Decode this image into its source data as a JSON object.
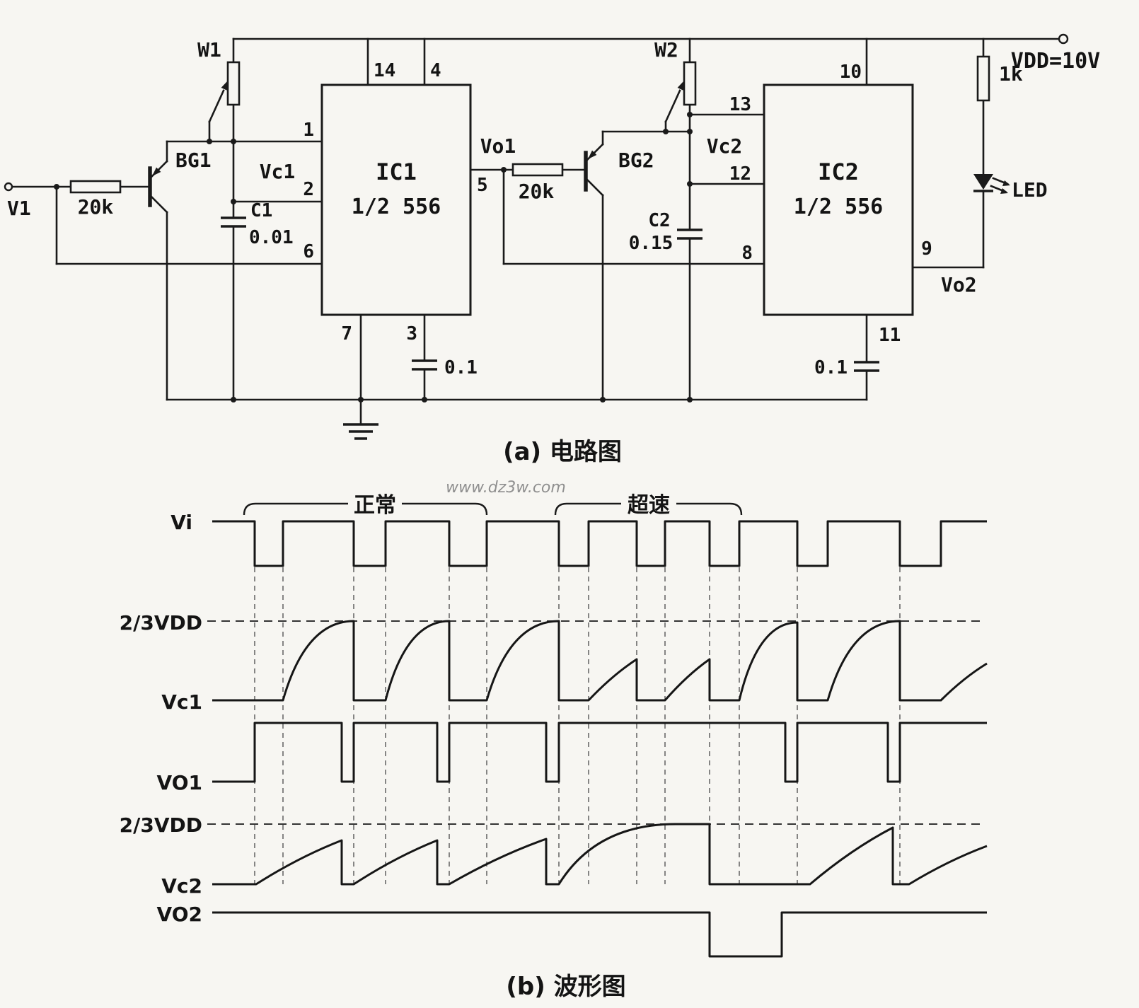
{
  "document": {
    "background": "#f7f6f2",
    "ink": "#1a1a1a",
    "caption_a": "(a) 电路图",
    "caption_b": "(b) 波形图",
    "watermark": "www.dz3w.com"
  },
  "circuit": {
    "power_label": "VDD=10V",
    "input_label": "V1",
    "input_resistor": "20k",
    "transistor1": "BG1",
    "pot1": "W1",
    "node1": "Vc1",
    "cap1_name": "C1",
    "cap1_value": "0.01",
    "ic1_name": "IC1",
    "ic1_part": "1/2 556",
    "ic1_pins": {
      "p1": "1",
      "p2": "2",
      "p3": "3",
      "p4": "4",
      "p5": "5",
      "p6": "6",
      "p7": "7",
      "p14": "14"
    },
    "cv_cap1": "0.1",
    "out1": "Vo1",
    "coupling_resistor": "20k",
    "transistor2": "BG2",
    "pot2": "W2",
    "node2": "Vc2",
    "cap2_name": "C2",
    "cap2_value": "0.15",
    "ic2_name": "IC2",
    "ic2_part": "1/2 556",
    "ic2_pins": {
      "p8": "8",
      "p9": "9",
      "p10": "10",
      "p11": "11",
      "p12": "12",
      "p13": "13"
    },
    "cv_cap2": "0.1",
    "out2": "Vo2",
    "led_resistor": "1k",
    "led_label": "LED"
  },
  "waveform": {
    "region_normal": "正常",
    "region_overspeed": "超速",
    "labels": {
      "vi": "Vi",
      "threshold": "2/3VDD",
      "vc1": "Vc1",
      "vo1": "VO1",
      "vc2": "Vc2",
      "vo2": "VO2"
    },
    "x_range": [
      300,
      1395
    ],
    "guide_y": [
      802,
      1250
    ],
    "guide_xs": [
      360,
      400,
      500,
      545,
      635,
      688,
      790,
      832,
      900,
      940,
      1003,
      1045,
      1127,
      1272
    ],
    "threshold_lines": [
      {
        "y": 878
      },
      {
        "y": 1165
      }
    ],
    "traces": {
      "vi": {
        "high": 737,
        "low": 800,
        "lows": [
          [
            360,
            400
          ],
          [
            500,
            545
          ],
          [
            635,
            688
          ],
          [
            790,
            832
          ],
          [
            900,
            940
          ],
          [
            1003,
            1045
          ],
          [
            1127,
            1170
          ],
          [
            1272,
            1330
          ]
        ]
      },
      "vc1": {
        "base": 990,
        "ops": [
          [
            "f",
            300,
            400
          ],
          [
            "r",
            400,
            500,
            878
          ],
          [
            "d"
          ],
          [
            "f",
            500,
            545
          ],
          [
            "r",
            545,
            635,
            878
          ],
          [
            "d"
          ],
          [
            "f",
            635,
            688
          ],
          [
            "r",
            688,
            790,
            878
          ],
          [
            "d"
          ],
          [
            "f",
            790,
            832
          ],
          [
            "r",
            832,
            900,
            932,
            "cut"
          ],
          [
            "d"
          ],
          [
            "f",
            900,
            940
          ],
          [
            "r",
            940,
            1003,
            932,
            "cut"
          ],
          [
            "d"
          ],
          [
            "f",
            1003,
            1045
          ],
          [
            "r",
            1045,
            1127,
            880
          ],
          [
            "d"
          ],
          [
            "f",
            1127,
            1170
          ],
          [
            "r",
            1170,
            1272,
            878
          ],
          [
            "d"
          ],
          [
            "f",
            1272,
            1330
          ],
          [
            "r",
            1330,
            1395,
            938,
            "cut"
          ]
        ]
      },
      "vo1": {
        "high": 1022,
        "low": 1105,
        "lows": [
          [
            300,
            360
          ],
          [
            483,
            500
          ],
          [
            618,
            635
          ],
          [
            772,
            790
          ],
          [
            1110,
            1127
          ],
          [
            1255,
            1272
          ]
        ]
      },
      "vc2": {
        "base": 1250,
        "ops": [
          [
            "f",
            300,
            362
          ],
          [
            "r",
            362,
            483,
            1188,
            "cut"
          ],
          [
            "d"
          ],
          [
            "f",
            483,
            500
          ],
          [
            "r",
            500,
            618,
            1188,
            "cut"
          ],
          [
            "d"
          ],
          [
            "f",
            618,
            635
          ],
          [
            "r",
            635,
            772,
            1186,
            "cut"
          ],
          [
            "d"
          ],
          [
            "f",
            772,
            790
          ],
          [
            "r",
            790,
            955,
            1165
          ],
          [
            "t",
            955,
            1003
          ],
          [
            "d"
          ],
          [
            "f",
            1003,
            1145
          ],
          [
            "r",
            1145,
            1262,
            1170,
            "cut"
          ],
          [
            "d"
          ],
          [
            "f",
            1262,
            1285
          ],
          [
            "r",
            1285,
            1395,
            1196,
            "cut"
          ]
        ]
      },
      "vo2": {
        "high": 1290,
        "low": 1352,
        "lows": [
          [
            1003,
            1105
          ]
        ]
      }
    }
  }
}
